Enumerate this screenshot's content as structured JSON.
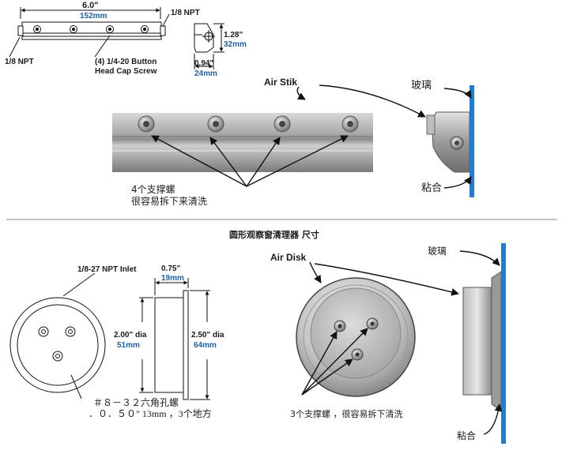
{
  "colors": {
    "dimension_blue": "#1f5fa8",
    "glass_blue": "#1e7fd0",
    "metal_light": "#c9c9c9",
    "metal_dark": "#7a7a7a",
    "divider": "#8a8a8a"
  },
  "top_left_drawing": {
    "length_in": "6.0\"",
    "length_mm": "152mm",
    "npt_top": "1/8 NPT",
    "npt_bottom": "1/8 NPT",
    "screw_note_line1": "(4) 1/4-20 Button",
    "screw_note_line2": "Head Cap Screw",
    "height_in": "1.28\"",
    "height_mm": "32mm",
    "depth_in": "0.94\"",
    "depth_mm": "24mm"
  },
  "stik_section": {
    "product_label": "Air Stik",
    "glass_label": "玻璃",
    "adhesive_label": "粘合",
    "screws_note_line1": "4个支撑螺",
    "screws_note_line2": "很容易拆下来清洗"
  },
  "section_title": "圆形观察窗清理器 尺寸",
  "disk_left_drawing": {
    "inlet_label": "1/8-27 NPT Inlet",
    "width_in": "0.75\"",
    "width_mm": "19mm",
    "inner_dia_in": "2.00\" dia",
    "inner_dia_mm": "51mm",
    "outer_dia_in": "2.50\" dia",
    "outer_dia_mm": "64mm",
    "screw_note_line1": "＃８－３２六角孔螺",
    "screw_note_line2": "．０．５０\" 13mm  ，3个地方"
  },
  "disk_section": {
    "product_label": "Air Disk",
    "glass_label": "玻璃",
    "adhesive_label": "粘合",
    "screws_note": "3个支撑螺 ，很容易拆下清洗"
  }
}
